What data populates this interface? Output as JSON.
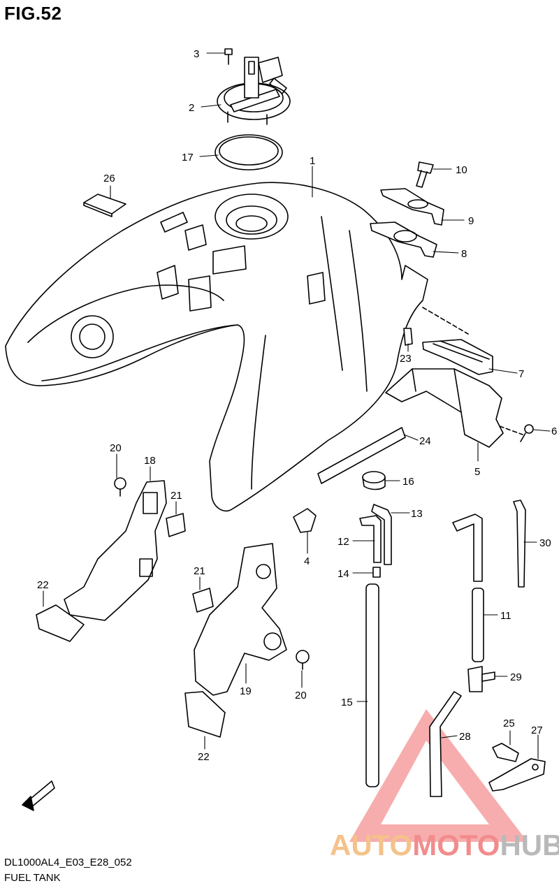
{
  "figure": {
    "title": "FIG.52",
    "code": "DL1000AL4_E03_E28_052",
    "name": "FUEL TANK",
    "direction_badge": "FWD"
  },
  "callouts": [
    {
      "id": "c1",
      "label": "1"
    },
    {
      "id": "c2",
      "label": "2"
    },
    {
      "id": "c3",
      "label": "3"
    },
    {
      "id": "c4",
      "label": "4"
    },
    {
      "id": "c5",
      "label": "5"
    },
    {
      "id": "c6",
      "label": "6"
    },
    {
      "id": "c7",
      "label": "7"
    },
    {
      "id": "c8",
      "label": "8"
    },
    {
      "id": "c9",
      "label": "9"
    },
    {
      "id": "c10",
      "label": "10"
    },
    {
      "id": "c11",
      "label": "11"
    },
    {
      "id": "c12",
      "label": "12"
    },
    {
      "id": "c13",
      "label": "13"
    },
    {
      "id": "c14",
      "label": "14"
    },
    {
      "id": "c15",
      "label": "15"
    },
    {
      "id": "c16",
      "label": "16"
    },
    {
      "id": "c17",
      "label": "17"
    },
    {
      "id": "c18",
      "label": "18"
    },
    {
      "id": "c19",
      "label": "19"
    },
    {
      "id": "c20a",
      "label": "20"
    },
    {
      "id": "c20b",
      "label": "20"
    },
    {
      "id": "c21a",
      "label": "21"
    },
    {
      "id": "c21b",
      "label": "21"
    },
    {
      "id": "c22a",
      "label": "22"
    },
    {
      "id": "c22b",
      "label": "22"
    },
    {
      "id": "c23",
      "label": "23"
    },
    {
      "id": "c24",
      "label": "24"
    },
    {
      "id": "c25",
      "label": "25"
    },
    {
      "id": "c26",
      "label": "26"
    },
    {
      "id": "c27",
      "label": "27"
    },
    {
      "id": "c28",
      "label": "28"
    },
    {
      "id": "c29",
      "label": "29"
    },
    {
      "id": "c30",
      "label": "30"
    }
  ],
  "watermark": {
    "part1": "AUTO",
    "part2": "MOTO",
    "part3": "HUB",
    "colors": {
      "auto": "#f4c28a",
      "moto": "#f28c8c",
      "hub": "#b9b9b9",
      "triangle": "#f26b6b"
    }
  }
}
